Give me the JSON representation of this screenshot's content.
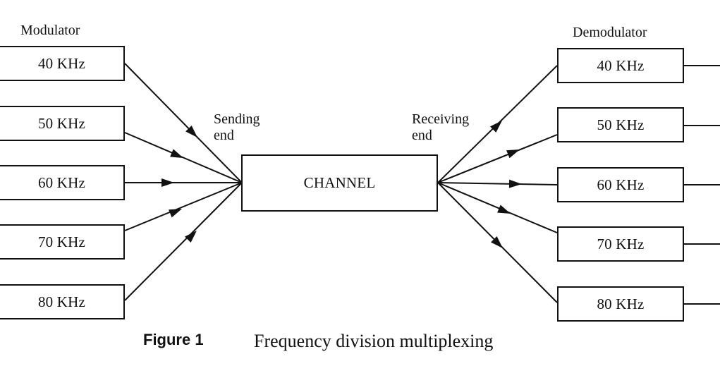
{
  "modulator": {
    "title": "Modulator",
    "frequencies": [
      "40 KHz",
      "50 KHz",
      "60 KHz",
      "70 KHz",
      "80 KHz"
    ]
  },
  "channel": {
    "label": "CHANNEL",
    "sending_end": [
      "Sending",
      "end"
    ],
    "receiving_end": [
      "Receiving",
      "end"
    ]
  },
  "demodulator": {
    "title": "Demodulator",
    "frequencies": [
      "40 KHz",
      "50 KHz",
      "60 KHz",
      "70 KHz",
      "80 KHz"
    ]
  },
  "caption": {
    "figure_label": "Figure 1",
    "text": "Frequency division multiplexing"
  }
}
